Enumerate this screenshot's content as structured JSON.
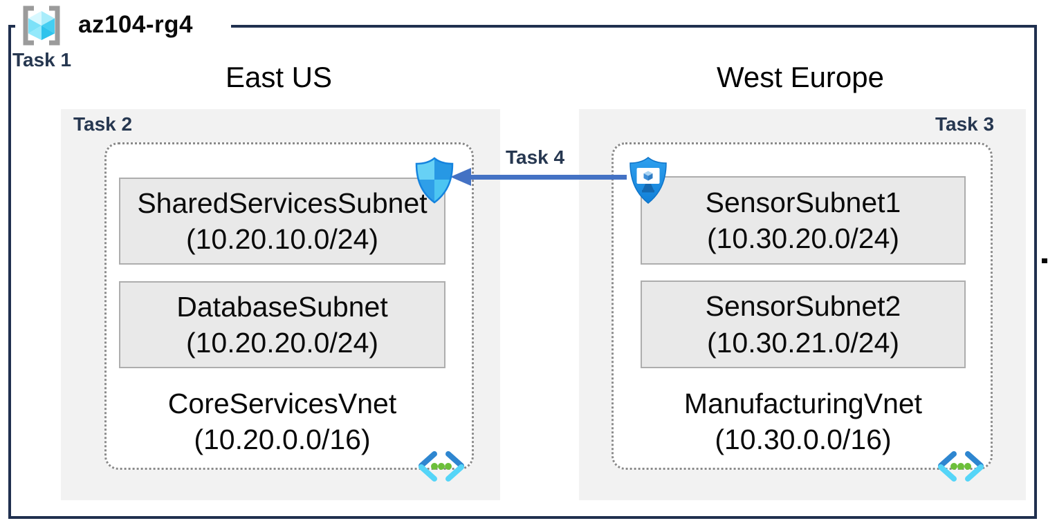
{
  "title": {
    "resource_group": "az104-rg4",
    "task_label": "Task 1"
  },
  "regions": [
    {
      "name": "East US",
      "task_label": "Task 2",
      "vnet": {
        "name": "CoreServicesVnet",
        "cidr": "(10.20.0.0/16)",
        "subnets": [
          {
            "name": "SharedServicesSubnet",
            "cidr": "(10.20.10.0/24)"
          },
          {
            "name": "DatabaseSubnet",
            "cidr": "(10.20.20.0/24)"
          }
        ]
      }
    },
    {
      "name": "West Europe",
      "task_label": "Task 3",
      "vnet": {
        "name": "ManufacturingVnet",
        "cidr": "(10.30.0.0/16)",
        "subnets": [
          {
            "name": "SensorSubnet1",
            "cidr": "(10.30.20.0/24)"
          },
          {
            "name": "SensorSubnet2",
            "cidr": "(10.30.21.0/24)"
          }
        ]
      }
    }
  ],
  "connection": {
    "task_label": "Task 4",
    "direction": "west-europe-to-east-us"
  },
  "icons": {
    "resource_group": "azure-resource-group-icon",
    "east_shield": "network-security-group-shield-icon",
    "west_shield": "bastion-monitor-shield-icon",
    "virtual_network": "virtual-network-chevron-icon"
  },
  "colors": {
    "outer_border": "#20304F",
    "task_label": "#263750",
    "region_fill": "#F2F2F2",
    "subnet_fill": "#E9E9E9",
    "subnet_border": "#ADADAD",
    "vnet_dotted_border": "#8A8A8A",
    "arrow": "#4472C4",
    "cube_cyan": "#50E6FF",
    "vnet_dot_green": "#6CBF3A"
  }
}
